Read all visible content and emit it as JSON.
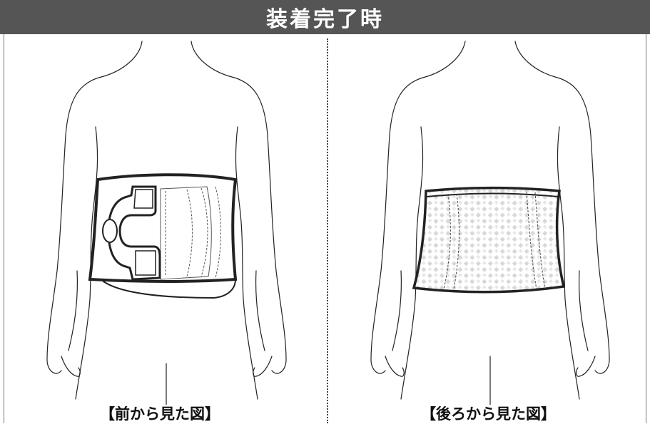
{
  "header": {
    "title": "装着完了時"
  },
  "panels": {
    "front": {
      "caption": "【前から見た図】"
    },
    "back": {
      "caption": "【後ろから見た図】"
    }
  },
  "colors": {
    "header_bg": "#555555",
    "header_text": "#ffffff",
    "outline": "#222222",
    "mesh": "#d8d8d8"
  }
}
